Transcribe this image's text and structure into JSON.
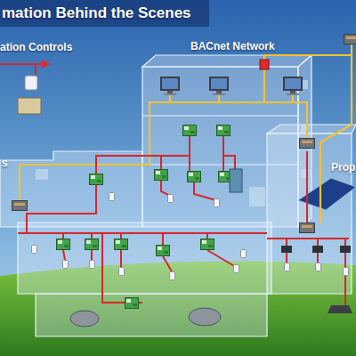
{
  "diagram": {
    "title": "mation Behind the Scenes",
    "labels": [
      "ation Controls",
      "BACnet Network",
      "Prop",
      "s"
    ]
  }
}
